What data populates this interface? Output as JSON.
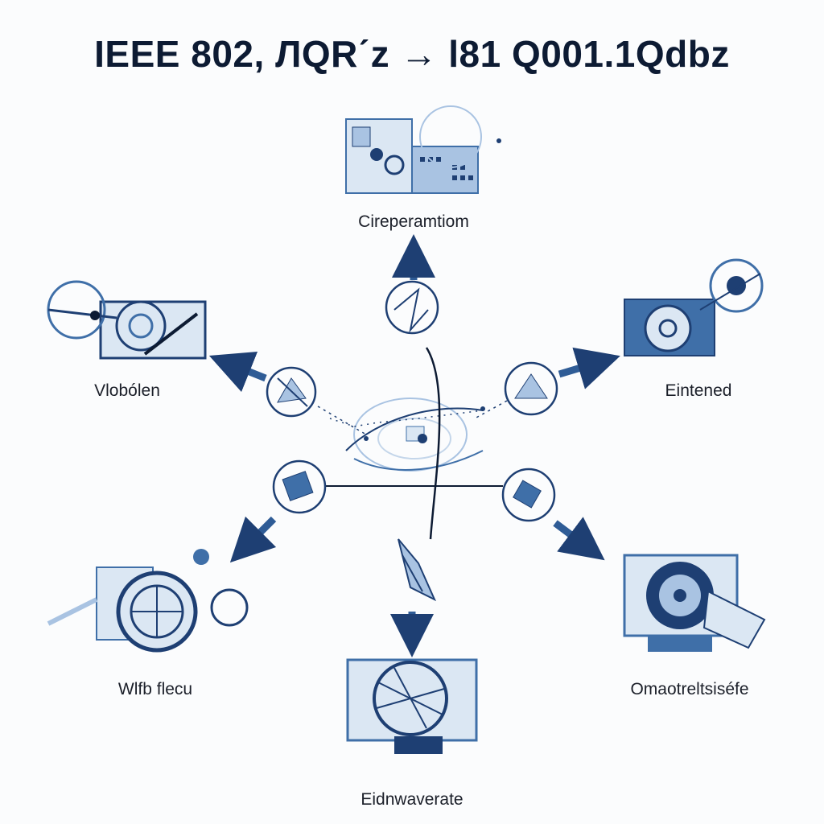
{
  "title": "IEEE 802, ЛQRˊz → l81 Q001.1Qdbz",
  "colors": {
    "dark": "#1e3f73",
    "mid": "#3f6fa8",
    "light": "#a9c3e2",
    "pale": "#dbe7f3",
    "text": "#1b1f29"
  },
  "nodes": {
    "top": {
      "label": "Cireperamtiom",
      "icon": "control-panel-icon"
    },
    "left": {
      "label": "Vlobólen",
      "icon": "wheel-monitor-icon"
    },
    "right": {
      "label": "Eintened",
      "icon": "gear-monitor-icon"
    },
    "bottom_left": {
      "label": "Wlfb flecu",
      "icon": "fan-device-icon"
    },
    "bottom": {
      "label": "Eidnwaverate",
      "icon": "fan-monitor-icon"
    },
    "bottom_right": {
      "label": "Omaotreltsiséfe",
      "icon": "disk-drive-icon"
    }
  }
}
